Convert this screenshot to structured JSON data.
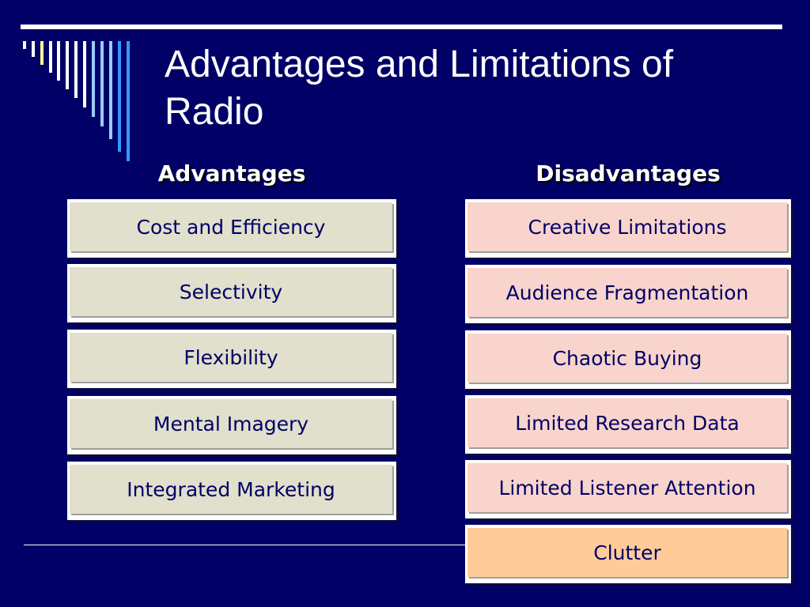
{
  "slide": {
    "title_line1": "Advantages and Limitations of",
    "title_line2": "Radio",
    "colors": {
      "background": "#000066",
      "text": "#ffffff",
      "advantage_box": "#e0e0cc",
      "disadvantage_box": "#f8d4cc",
      "highlight_box": "#ffcc99",
      "stripe_colors": [
        "#ffffff",
        "#ffff99",
        "#99ccff",
        "#3399ff"
      ]
    }
  },
  "advantages": {
    "heading": "Advantages",
    "items": [
      "Cost and Efficiency",
      "Selectivity",
      "Flexibility",
      "Mental Imagery",
      "Integrated Marketing"
    ]
  },
  "disadvantages": {
    "heading": "Disadvantages",
    "items": [
      "Creative Limitations",
      "Audience Fragmentation",
      "Chaotic Buying",
      "Limited Research Data",
      "Limited Listener Attention",
      "Clutter"
    ]
  }
}
